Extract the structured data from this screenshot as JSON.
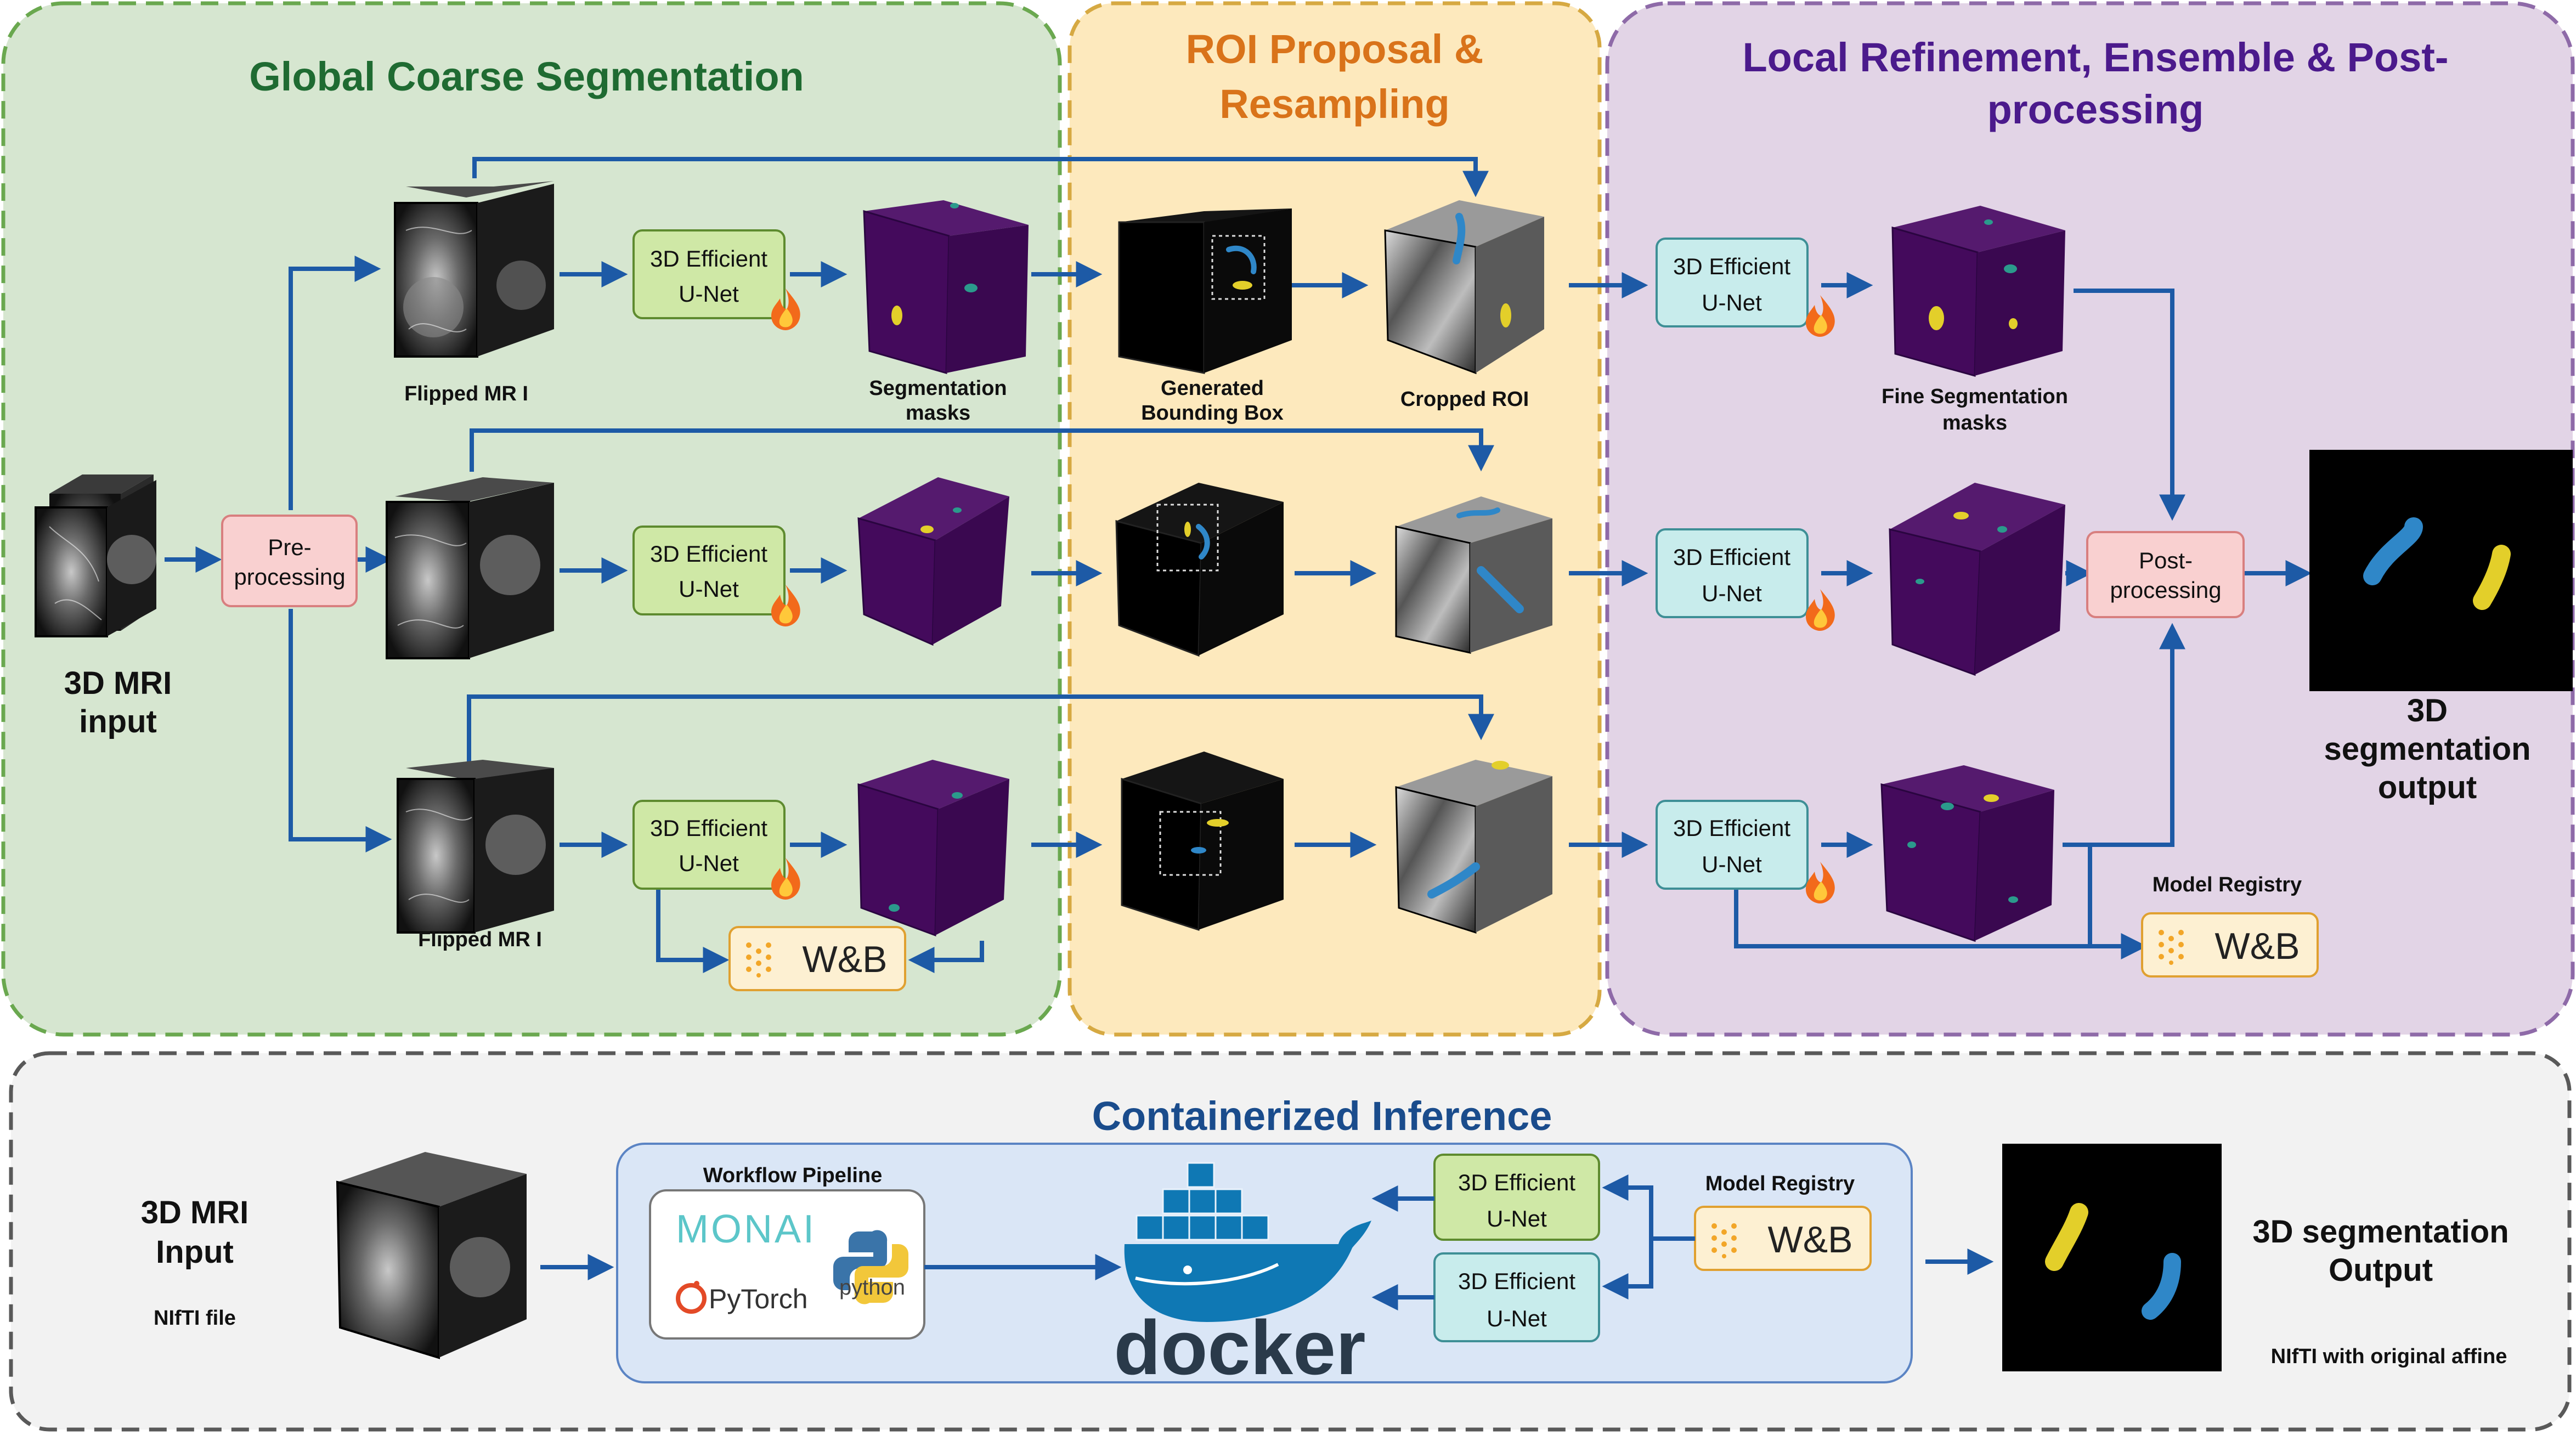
{
  "stages": {
    "global_title": "Global Coarse Segmentation",
    "roi_title_1": "ROI Proposal &",
    "roi_title_2": "Resampling",
    "local_title_1": "Local Refinement, Ensemble & Post-",
    "local_title_2": "processing"
  },
  "input": {
    "line1": "3D MRI",
    "line2": "input"
  },
  "preprocessing": {
    "line1": "Pre-",
    "line2": "processing"
  },
  "unet": {
    "line1": "3D Efficient",
    "line2": "U-Net"
  },
  "captions": {
    "flipped": "Flipped MR I",
    "seg_masks_1": "Segmentation",
    "seg_masks_2": "masks",
    "gen_bbox_1": "Generated",
    "gen_bbox_2": "Bounding Box",
    "cropped_roi": "Cropped ROI",
    "fine_seg_1": "Fine Segmentation",
    "fine_seg_2": "masks",
    "model_registry": "Model Registry"
  },
  "postprocessing": {
    "line1": "Post-",
    "line2": "processing"
  },
  "output": {
    "line1": "3D",
    "line2": "segmentation",
    "line3": "output"
  },
  "wandb": "W&B",
  "containerized": {
    "title": "Containerized Inference",
    "input_line1": "3D MRI",
    "input_line2": "Input",
    "input_note": "NIfTI file",
    "workflow_label": "Workflow Pipeline",
    "monai": "MONAI",
    "pytorch": "PyTorch",
    "python": "python",
    "docker": "docker",
    "model_registry": "Model Registry",
    "output_line1": "3D segmentation",
    "output_line2": "Output",
    "output_note": "NIfTI with original affine"
  },
  "colors": {
    "arrow": "#1d5aa6",
    "global_fill": "#d6e6d0",
    "global_border": "#6aa84f",
    "roi_fill": "#fde9bd",
    "roi_border": "#d6a942",
    "local_fill": "#e2d4e6",
    "local_border": "#8e6aa8",
    "container_fill": "#f2f2f2",
    "container_border": "#595959",
    "unet_green": "#cfe8a6",
    "unet_cyan": "#c8ecec",
    "pre_pink": "#f9d0d0",
    "wandb_fill": "#fdf0d2",
    "wandb_border": "#e0a030",
    "mask_purple": "#440a5c",
    "blob_yellow": "#e3cf2a",
    "blob_teal": "#2b9a8c",
    "blob_blue": "#2f87c8"
  },
  "icons": [
    "fire-icon",
    "wandb-logo",
    "docker-whale-icon",
    "monai-logo",
    "pytorch-logo",
    "python-logo"
  ]
}
